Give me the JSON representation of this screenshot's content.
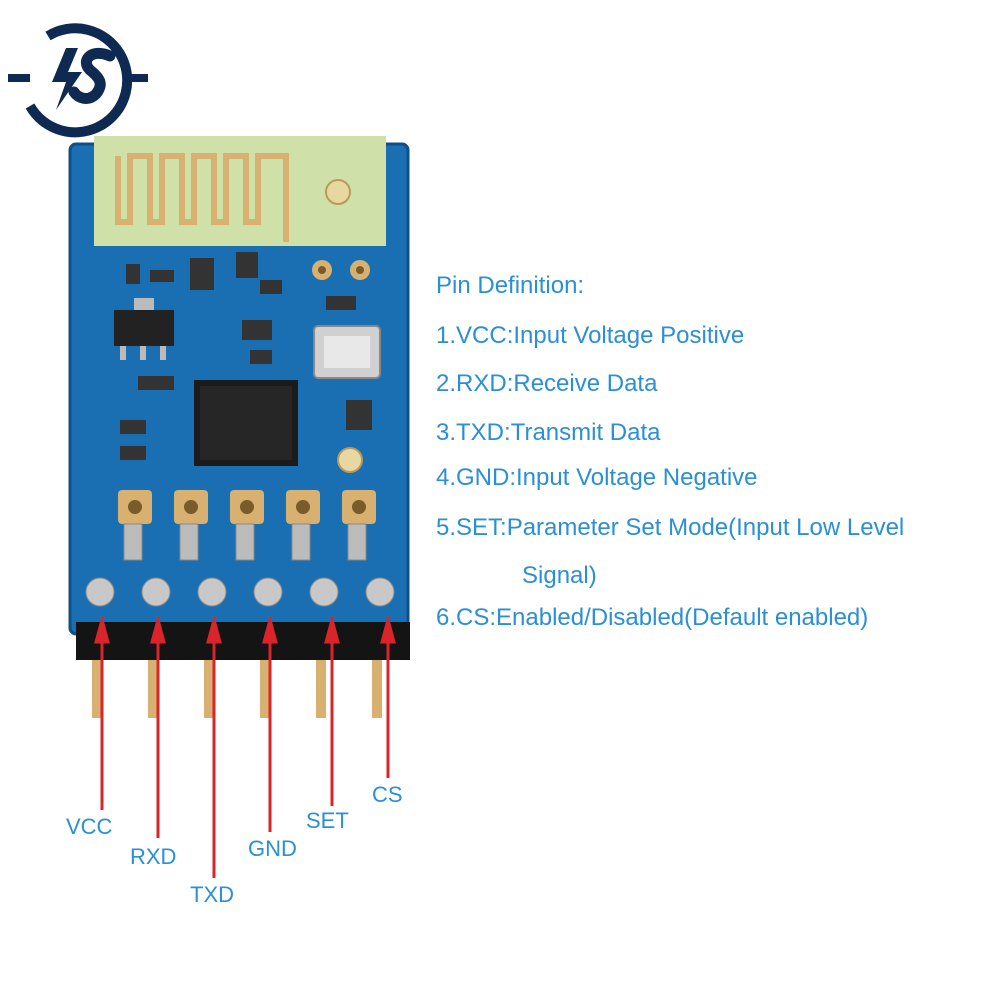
{
  "logo": {
    "icon": "lightning-s-logo-icon",
    "color": "#0e2a52"
  },
  "module": {
    "board_color": "#1a6fb3",
    "gold_color": "#d8b070",
    "pins": [
      "VCC",
      "RXD",
      "TXD",
      "GND",
      "SET",
      "CS"
    ]
  },
  "pin_definition": {
    "title": "Pin Definition:",
    "items": [
      "1.VCC:Input Voltage Positive",
      "2.RXD:Receive Data",
      "3.TXD:Transmit Data",
      "4.GND:Input Voltage Negative",
      "5.SET:Parameter Set Mode(Input Low Level",
      "Signal)",
      "6.CS:Enabled/Disabled(Default enabled)"
    ]
  },
  "pin_labels": {
    "vcc": "VCC",
    "rxd": "RXD",
    "txd": "TXD",
    "gnd": "GND",
    "set": "SET",
    "cs": "CS"
  },
  "colors": {
    "text": "#2b8fd6",
    "arrow": "#d9252a"
  }
}
